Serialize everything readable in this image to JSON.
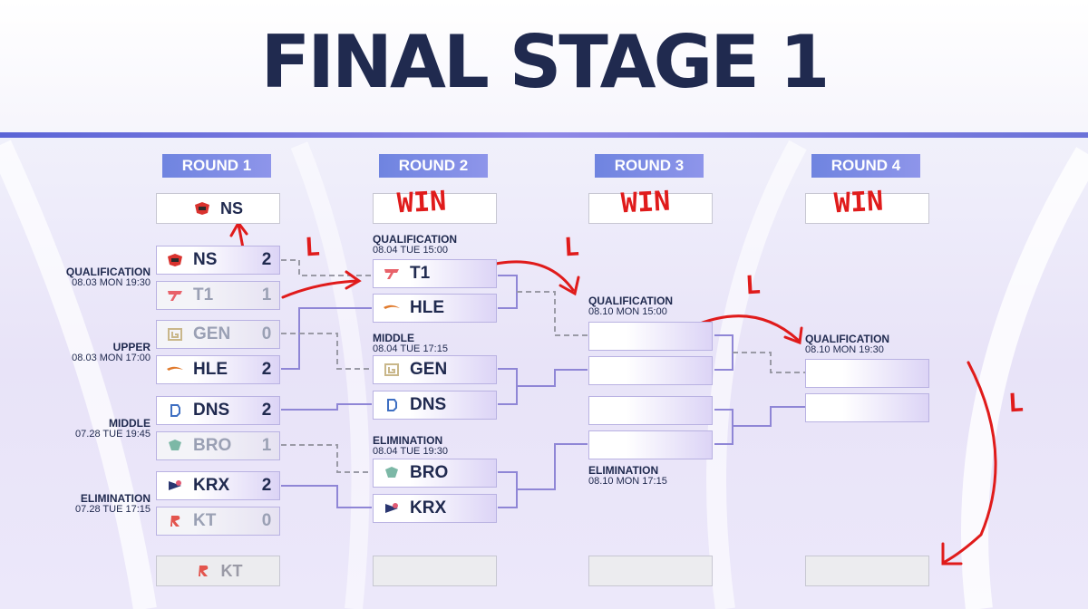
{
  "title": "FINAL STAGE 1",
  "rounds": [
    "ROUND 1",
    "ROUND 2",
    "ROUND 3",
    "ROUND 4"
  ],
  "round1": {
    "top_bye": {
      "name": "NS",
      "logo": "ns-logo"
    },
    "bottom_bye": {
      "name": "KT",
      "logo": "kt-logo"
    },
    "matches": [
      {
        "title": "QUALIFICATION",
        "time": "08.03 MON 19:30",
        "teams": [
          {
            "name": "NS",
            "score": "2",
            "logo": "ns-logo"
          },
          {
            "name": "T1",
            "score": "1",
            "logo": "t1-logo"
          }
        ]
      },
      {
        "title": "UPPER",
        "time": "08.03 MON 17:00",
        "teams": [
          {
            "name": "GEN",
            "score": "0",
            "logo": "gen-logo"
          },
          {
            "name": "HLE",
            "score": "2",
            "logo": "hle-logo"
          }
        ]
      },
      {
        "title": "MIDDLE",
        "time": "07.28 TUE 19:45",
        "teams": [
          {
            "name": "DNS",
            "score": "2",
            "logo": "dns-logo"
          },
          {
            "name": "BRO",
            "score": "1",
            "logo": "bro-logo"
          }
        ]
      },
      {
        "title": "ELIMINATION",
        "time": "07.28 TUE 17:15",
        "teams": [
          {
            "name": "KRX",
            "score": "2",
            "logo": "krx-logo"
          },
          {
            "name": "KT",
            "score": "0",
            "logo": "kt-logo"
          }
        ]
      }
    ]
  },
  "round2": {
    "matches": [
      {
        "title": "QUALIFICATION",
        "time": "08.04 TUE 15:00",
        "teams": [
          {
            "name": "T1",
            "logo": "t1-logo"
          },
          {
            "name": "HLE",
            "logo": "hle-logo"
          }
        ]
      },
      {
        "title": "MIDDLE",
        "time": "08.04 TUE 17:15",
        "teams": [
          {
            "name": "GEN",
            "logo": "gen-logo"
          },
          {
            "name": "DNS",
            "logo": "dns-logo"
          }
        ]
      },
      {
        "title": "ELIMINATION",
        "time": "08.04 TUE 19:30",
        "teams": [
          {
            "name": "BRO",
            "logo": "bro-logo"
          },
          {
            "name": "KRX",
            "logo": "krx-logo"
          }
        ]
      }
    ]
  },
  "round3": {
    "matches": [
      {
        "title": "QUALIFICATION",
        "time": "08.10 MON 15:00"
      },
      {
        "title": "ELIMINATION",
        "time": "08.10 MON 17:15"
      }
    ]
  },
  "round4": {
    "matches": [
      {
        "title": "QUALIFICATION",
        "time": "08.10 MON 19:30"
      }
    ]
  },
  "annotations": {
    "win": "WIN",
    "loss": "L",
    "color": "#e01b1b"
  },
  "colors": {
    "title": "#202a4f",
    "round_label": "#7b8ce4",
    "accent_line": "#6b72d8"
  }
}
